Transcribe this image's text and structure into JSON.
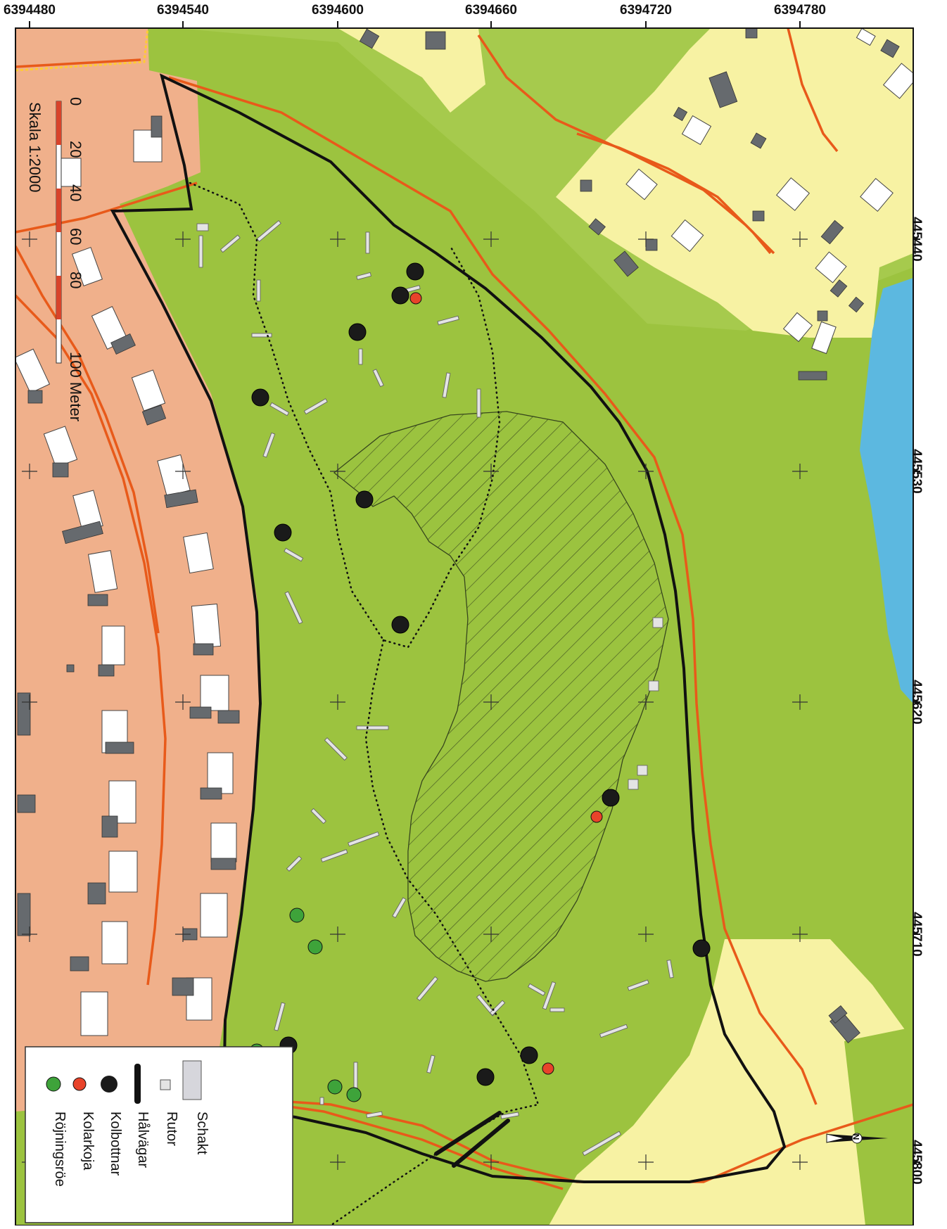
{
  "coordinates": {
    "top": [
      "6394480",
      "6394540",
      "6394600",
      "6394660",
      "6394720",
      "6394780"
    ],
    "right": [
      "445440",
      "445530",
      "445620",
      "445710",
      "445800"
    ]
  },
  "scale_bar": {
    "ticks": [
      "0",
      "20",
      "40",
      "60",
      "80",
      "100 Meter"
    ],
    "label": "Skala 1:2000"
  },
  "legend": {
    "items": [
      {
        "label": "Schakt",
        "symbol": "schakt"
      },
      {
        "label": "Rutor",
        "symbol": "rutor"
      },
      {
        "label": "Hålvägar",
        "symbol": "halvagar"
      },
      {
        "label": "Kolbottnar",
        "symbol": "kolbottnar"
      },
      {
        "label": "Kolarkoja",
        "symbol": "kolarkoja"
      },
      {
        "label": "Röjningsröe",
        "symbol": "rojningsroe"
      }
    ]
  },
  "colors": {
    "forest": "#9cc33f",
    "forest_light": "#a9cd52",
    "residential": "#f0b08b",
    "open_land": "#f7f2a3",
    "water": "#5cb8e0",
    "road": "#e85a1a",
    "building_white": "#ffffff",
    "building_dark": "#666a6e",
    "boundary": "#111111",
    "kolbotten": "#1a1a1a",
    "kolarkoja": "#e8432a",
    "rojningsroe": "#3ea33a",
    "feature_fill": "#e4e4e4"
  },
  "north_arrow": {
    "label": "N"
  }
}
